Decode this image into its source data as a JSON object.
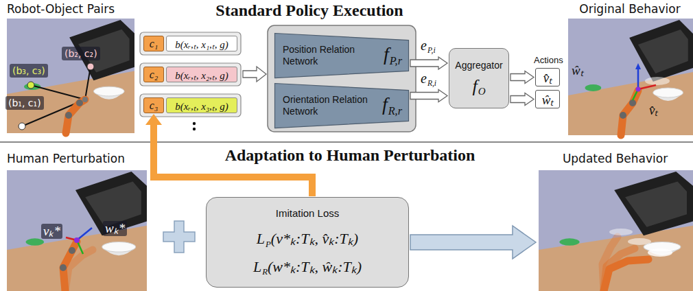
{
  "diagram": {
    "nodes": [
      {
        "text": [
          "Robot-Object Pairs"
        ]
      },
      {
        "text": [
          "c₁"
        ]
      },
      {
        "text": [
          "b(xᵣ,ₜ, x₁,ₜ, g)"
        ]
      },
      {
        "text": [
          "c₂"
        ]
      },
      {
        "text": [
          "b(xᵣ,ₜ, x₂,ₜ, g)"
        ]
      },
      {
        "text": [
          "c₃"
        ]
      },
      {
        "text": [
          "b(xᵣ,ₜ, x₃,ₜ, g)"
        ]
      },
      {
        "text": [
          "Position Relation Network",
          "f",
          "P,r"
        ]
      },
      {
        "text": [
          "Orientation Relation Network",
          "f",
          "R,r"
        ]
      },
      {
        "text": [
          "Aggregator",
          "f",
          "O"
        ]
      },
      {
        "text": [
          "v̂ₜ"
        ]
      },
      {
        "text": [
          "ŵₜ"
        ]
      },
      {
        "text": [
          "Original Behavior"
        ]
      },
      {
        "text": [
          "Human Perturbation"
        ]
      },
      {
        "text": [
          "Imitation Loss",
          "L",
          "P",
          "(v*ₖ:Tₖ, v̂ₖ:Tₖ)",
          "L",
          "R",
          "(w*ₖ:Tₖ, ŵₖ:Tₖ)"
        ]
      },
      {
        "text": [
          "Updated Behavior"
        ]
      }
    ],
    "edges": [
      {
        "from": 7,
        "to": 9,
        "arrow": "to"
      },
      {
        "from": 8,
        "to": 9,
        "arrow": "to"
      },
      {
        "from": 9,
        "to": 10,
        "arrow": "to"
      },
      {
        "from": 9,
        "to": 11,
        "arrow": "to"
      },
      {
        "from": 14,
        "to": 5,
        "arrow": "to"
      },
      {
        "from": 14,
        "to": 15,
        "arrow": "to"
      }
    ],
    "labels": [
      "Standard Policy Execution",
      "Adaptation to Human Perturbation",
      "(b₂, c₂)",
      "(b₃, c₃)",
      "(b₁, c₁)",
      "e",
      "P,i",
      "e",
      "R,i",
      "Actions",
      "ŵₜ",
      "v̂ₜ",
      "vₖ*",
      "wₖ*"
    ]
  }
}
